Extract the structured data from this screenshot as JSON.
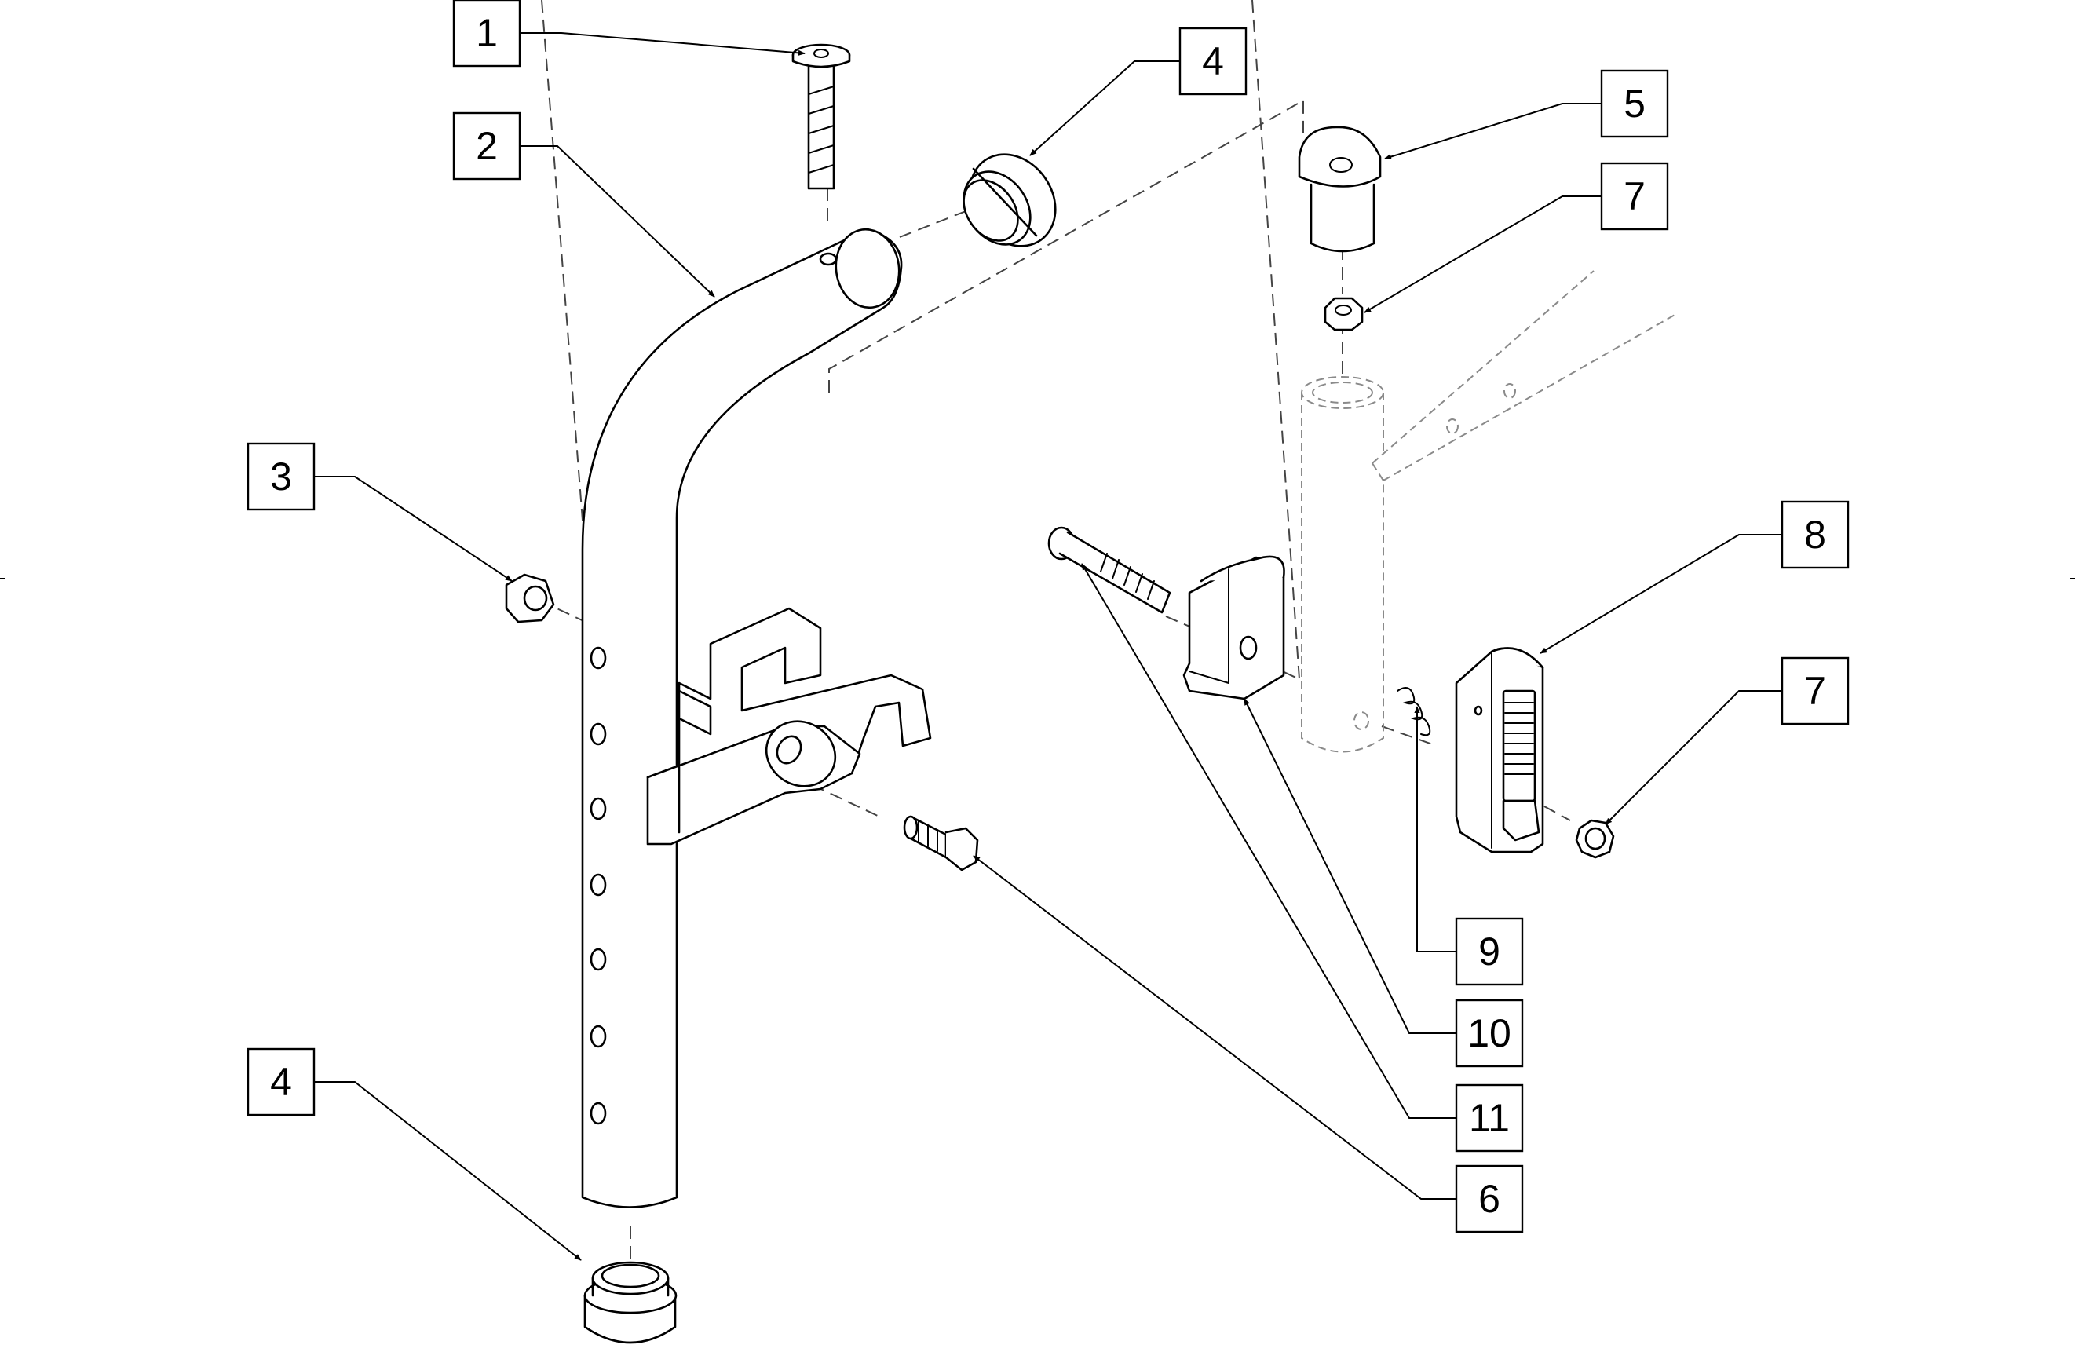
{
  "callouts": [
    {
      "id": "c1",
      "label": "1"
    },
    {
      "id": "c2",
      "label": "2"
    },
    {
      "id": "c3",
      "label": "3"
    },
    {
      "id": "c4a",
      "label": "4"
    },
    {
      "id": "c4b",
      "label": "4"
    },
    {
      "id": "c5",
      "label": "5"
    },
    {
      "id": "c6",
      "label": "6"
    },
    {
      "id": "c7a",
      "label": "7"
    },
    {
      "id": "c7b",
      "label": "7"
    },
    {
      "id": "c8",
      "label": "8"
    },
    {
      "id": "c9",
      "label": "9"
    },
    {
      "id": "c10",
      "label": "10"
    },
    {
      "id": "c11",
      "label": "11"
    }
  ]
}
